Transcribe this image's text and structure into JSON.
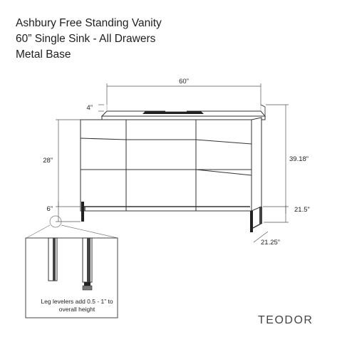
{
  "title": {
    "line1": "Ashbury Free Standing Vanity",
    "line2": "60” Single Sink - All Drawers",
    "line3": "Metal Base"
  },
  "dimensions": {
    "width": "60”",
    "backsplash": "4”",
    "body_height": "28”",
    "leg_height": "6”",
    "total_height": "39.18”",
    "counter_height": "21.5”",
    "depth": "21.25”"
  },
  "inset": {
    "caption_line1": "Leg levelers add 0.5 - 1” to",
    "caption_line2": "overall height"
  },
  "brand": "TEODOR"
}
